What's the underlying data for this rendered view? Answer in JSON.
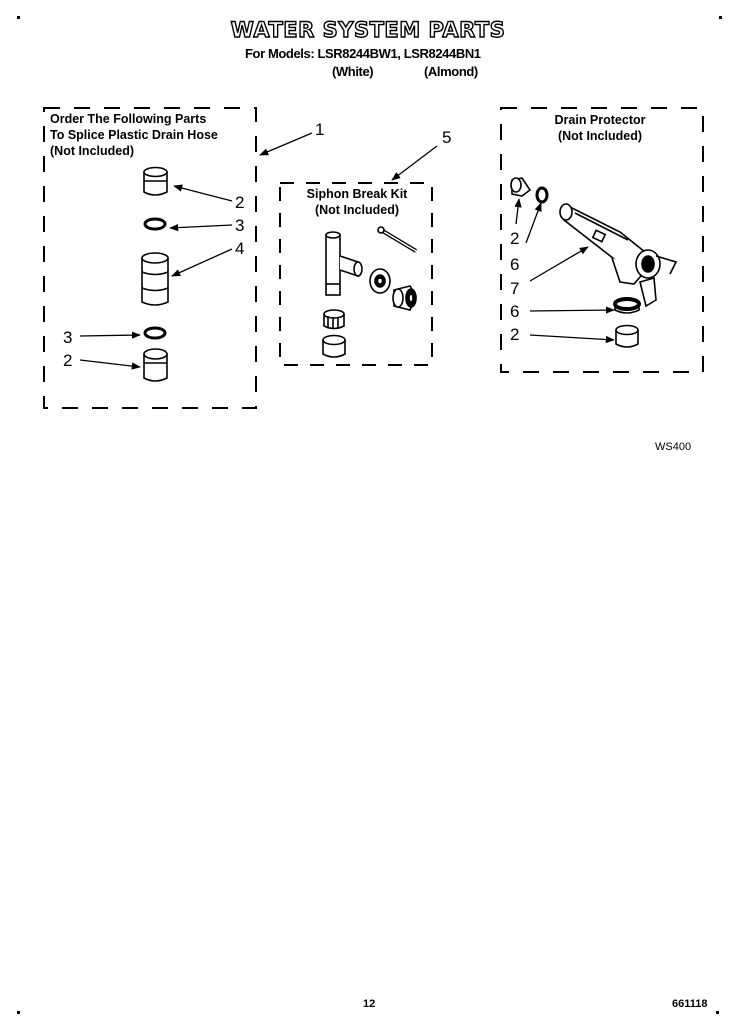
{
  "header": {
    "title": "WATER SYSTEM PARTS",
    "models_line": "For Models: LSR8244BW1, LSR8244BN1",
    "variant_white": "(White)",
    "variant_almond": "(Almond)"
  },
  "groups": {
    "splice": {
      "line1": "Order The Following Parts",
      "line2": "To Splice Plastic Drain Hose",
      "line3": "(Not Included)"
    },
    "siphon": {
      "line1": "Siphon Break Kit",
      "line2": "(Not Included)"
    },
    "drain": {
      "line1": "Drain Protector",
      "line2": "(Not Included)"
    }
  },
  "callouts": {
    "c1": "1",
    "c5": "5",
    "s2a": "2",
    "s3a": "3",
    "s4": "4",
    "s3b": "3",
    "s2b": "2",
    "d2a": "2",
    "d6a": "6",
    "d7": "7",
    "d6b": "6",
    "d2b": "2"
  },
  "diagram_code": "WS400",
  "footer": {
    "page_number": "12",
    "doc_number": "661118"
  }
}
